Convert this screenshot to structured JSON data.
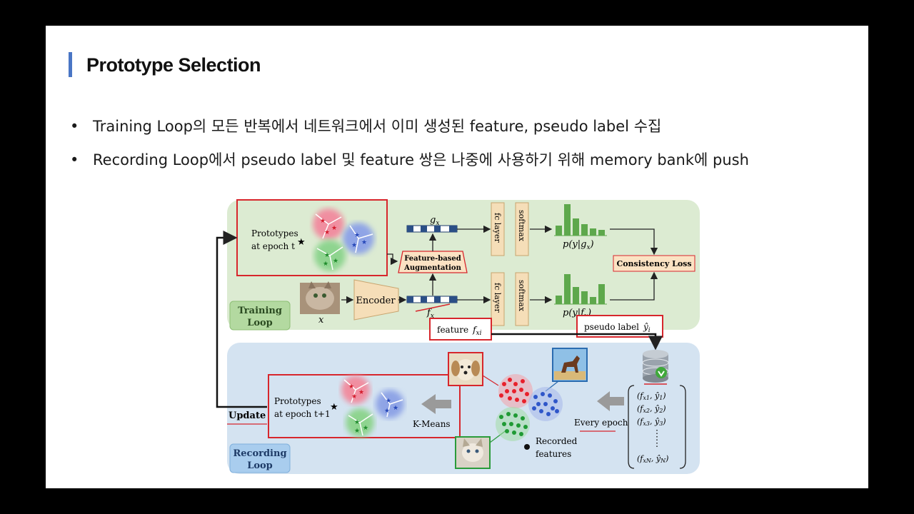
{
  "slide": {
    "title": "Prototype Selection",
    "bullets": [
      "Training Loop의 모든 반복에서 네트워크에서 이미 생성된 feature, pseudo label 수집",
      "Recording Loop에서 pseudo label 및 feature 쌍은 나중에 사용하기 위해 memory bank에 push"
    ]
  },
  "diagram": {
    "prototypes_t": [
      "Prototypes",
      "at epoch t"
    ],
    "prototypes_t1": [
      "Prototypes",
      "at epoch t+1"
    ],
    "gx": "g",
    "gx_sub": "x",
    "fx": "f",
    "fx_sub": "x",
    "fc_layer": "fc layer",
    "softmax": "softmax",
    "p_gx": "p(y|g",
    "p_gx_sub": "x",
    "p_fx": "p(y|f",
    "p_fx_sub": "x",
    "feature_aug": [
      "Feature-based",
      "Augmentation"
    ],
    "consistency_loss": "Consistency Loss",
    "encoder": "Encoder",
    "x_label": "x",
    "training_loop": [
      "Training",
      "Loop"
    ],
    "recording_loop": [
      "Recording",
      "Loop"
    ],
    "feature_box": "feature",
    "feature_var": "f",
    "feature_sub": "xi",
    "pseudo_box": "pseudo label",
    "pseudo_var": "ŷ",
    "pseudo_sub": "i",
    "update": "Update",
    "kmeans": "K-Means",
    "every_epoch": "Every epoch",
    "recorded_features": [
      "Recorded",
      "features"
    ],
    "memory_rows": [
      "(f",
      "(f",
      "(f",
      "(f"
    ],
    "memory_subs": [
      "x1",
      "x2",
      "x3",
      "xN"
    ],
    "memory_hat": [
      "ŷ",
      "ŷ",
      "ŷ",
      "ŷ"
    ],
    "memory_hat_subs": [
      "1",
      "2",
      "3",
      "N"
    ],
    "colors": {
      "training_bg": "#dcebd2",
      "recording_bg": "#d4e3f1",
      "red_box": "#d7262c",
      "bar_green": "#5ea84c",
      "aug_fill": "#fbe2c3"
    }
  }
}
